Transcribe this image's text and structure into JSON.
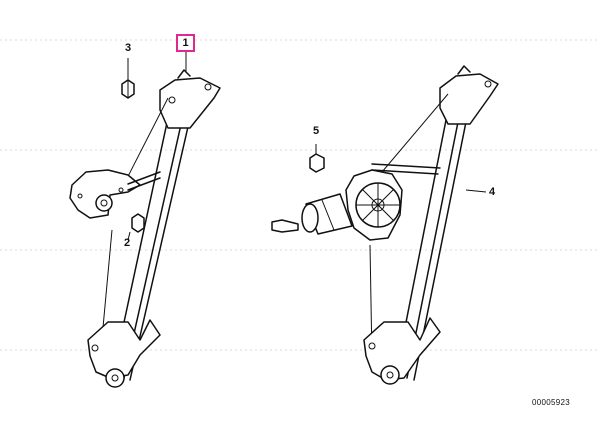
{
  "diagram": {
    "callouts": {
      "c1": "1",
      "c2": "2",
      "c3": "3",
      "c4": "4",
      "c5": "5"
    },
    "reference_number": "00005923"
  }
}
